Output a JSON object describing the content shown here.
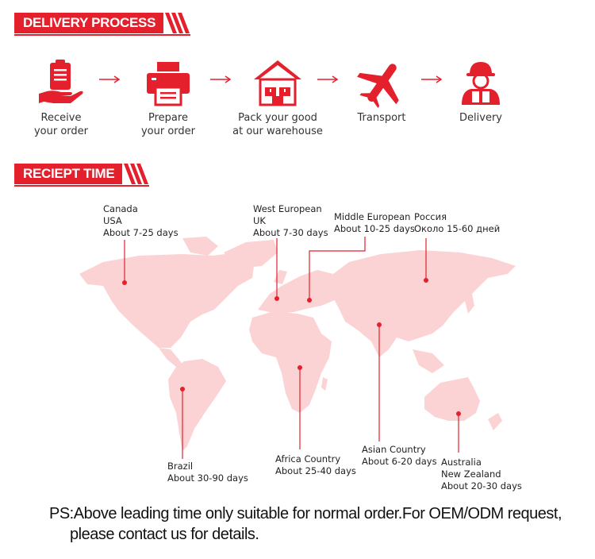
{
  "sections": {
    "delivery_title": "DELIVERY PROCESS",
    "receipt_title": "RECIEPT TIME"
  },
  "accent_color": "#e3202c",
  "map_color": "#fbd3d4",
  "steps": [
    {
      "icon": "clipboard-hand-icon",
      "label": "Receive\nyour order"
    },
    {
      "icon": "printer-icon",
      "label": "Prepare\nyour order"
    },
    {
      "icon": "warehouse-icon",
      "label": "Pack your good\nat our warehouse"
    },
    {
      "icon": "airplane-icon",
      "label": "Transport"
    },
    {
      "icon": "courier-icon",
      "label": "Delivery"
    }
  ],
  "regions": [
    {
      "id": "north-america",
      "label": "Canada\nUSA\nAbout 7-25 days"
    },
    {
      "id": "west-europe",
      "label": "West European\nUK\nAbout 7-30 days"
    },
    {
      "id": "middle-europe",
      "label": "Middle European\nAbout 10-25 days"
    },
    {
      "id": "russia",
      "label": "Россия\nОколо 15-60 дней"
    },
    {
      "id": "brazil",
      "label": "Brazil\nAbout 30-90 days"
    },
    {
      "id": "africa",
      "label": "Africa Country\nAbout 25-40 days"
    },
    {
      "id": "asia",
      "label": "Asian Country\nAbout 6-20 days"
    },
    {
      "id": "australia",
      "label": "Australia\nNew Zealand\nAbout 20-30 days"
    }
  ],
  "footnote": {
    "line1": "PS:Above leading time only suitable for normal order.For OEM/ODM request,",
    "line2": "please contact us for details."
  }
}
